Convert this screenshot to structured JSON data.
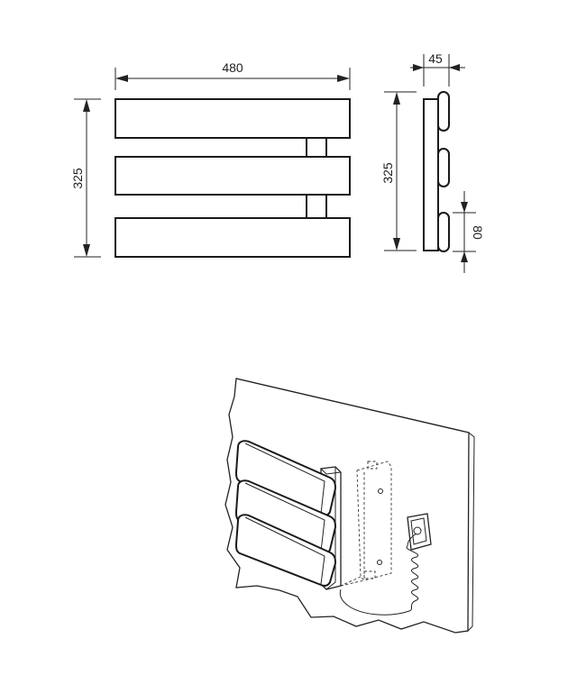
{
  "dimensions": {
    "front_width": "480",
    "front_height": "325",
    "side_height": "325",
    "side_depth": "45",
    "bar_height": "80"
  },
  "colors": {
    "line": "#222222",
    "background": "#ffffff"
  }
}
